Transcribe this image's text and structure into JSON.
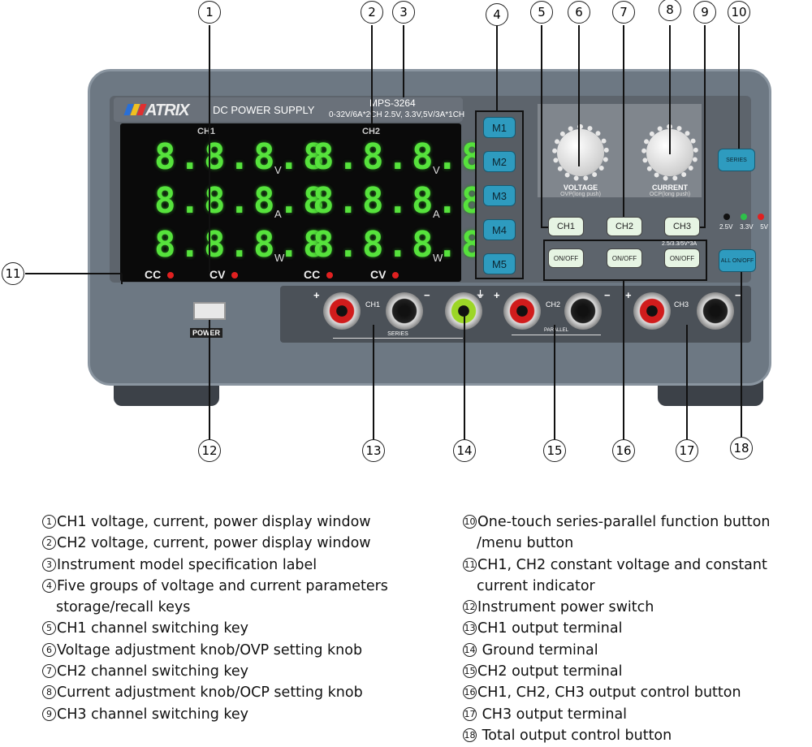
{
  "device": {
    "brand": "ATRIX",
    "title": "DC POWER SUPPLY",
    "model": "MPS-3264",
    "spec": "0-32V/6A*2CH 2.5V, 3.3V,5V/3A*1CH",
    "ch1_label": "CH1",
    "ch2_label": "CH2",
    "digits": "8.8.8.8",
    "units": [
      "V",
      "A",
      "W"
    ],
    "cc": "CC",
    "cv": "CV",
    "memory": [
      "M1",
      "M2",
      "M3",
      "M4",
      "M5"
    ],
    "voltage_label": "VOLTAGE",
    "voltage_sub": "OVP(long push)",
    "current_label": "CURRENT",
    "current_sub": "OCP(long push)",
    "series_btn": "SERIES",
    "ch_buttons": [
      "CH1",
      "CH2",
      "CH3"
    ],
    "onoff": "ON/OFF",
    "ch3_spec": "2.5/3.3/5V*3A",
    "volt_leds": [
      "2.5V",
      "3.3V",
      "5V"
    ],
    "all_onoff": "ALL ON/OFF",
    "power": "POWER",
    "terminals": {
      "plus": "+",
      "minus": "−",
      "ch1": "CH1",
      "ch2": "CH2",
      "ch3": "CH3",
      "series": "SERIES",
      "parallel": "PARALLEL",
      "ground": "⏚"
    },
    "colors": {
      "body": "#6d7883",
      "display_green": "#56e23c",
      "memory_blue": "#2e9bbf"
    }
  },
  "callouts": [
    "1",
    "2",
    "3",
    "4",
    "5",
    "6",
    "7",
    "8",
    "9",
    "10",
    "11",
    "12",
    "13",
    "14",
    "15",
    "16",
    "17",
    "18"
  ],
  "legend": {
    "left": [
      {
        "n": "1",
        "text": "CH1 voltage, current, power display window"
      },
      {
        "n": "2",
        "text": "CH2 voltage, current, power display window"
      },
      {
        "n": "3",
        "text": "Instrument model specification label"
      },
      {
        "n": "4",
        "text": "Five groups of voltage and current parameters",
        "cont": "storage/recall keys"
      },
      {
        "n": "5",
        "text": "CH1 channel switching key"
      },
      {
        "n": "6",
        "text": "Voltage adjustment knob/OVP setting knob"
      },
      {
        "n": "7",
        "text": "CH2 channel switching key"
      },
      {
        "n": "8",
        "text": "Current adjustment knob/OCP setting knob"
      },
      {
        "n": "9",
        "text": "CH3 channel switching key"
      }
    ],
    "right": [
      {
        "n": "10",
        "text": "One-touch series-parallel function button",
        "cont": "/menu button"
      },
      {
        "n": "11",
        "text": "CH1, CH2 constant voltage and constant",
        "cont": "current indicator"
      },
      {
        "n": "12",
        "text": "Instrument power switch"
      },
      {
        "n": "13",
        "text": "CH1 output terminal"
      },
      {
        "n": "14",
        "text": " Ground terminal"
      },
      {
        "n": "15",
        "text": "CH2 output terminal"
      },
      {
        "n": "16",
        "text": "CH1, CH2, CH3 output control button"
      },
      {
        "n": "17",
        "text": " CH3 output terminal"
      },
      {
        "n": "18",
        "text": " Total output control button"
      }
    ]
  }
}
